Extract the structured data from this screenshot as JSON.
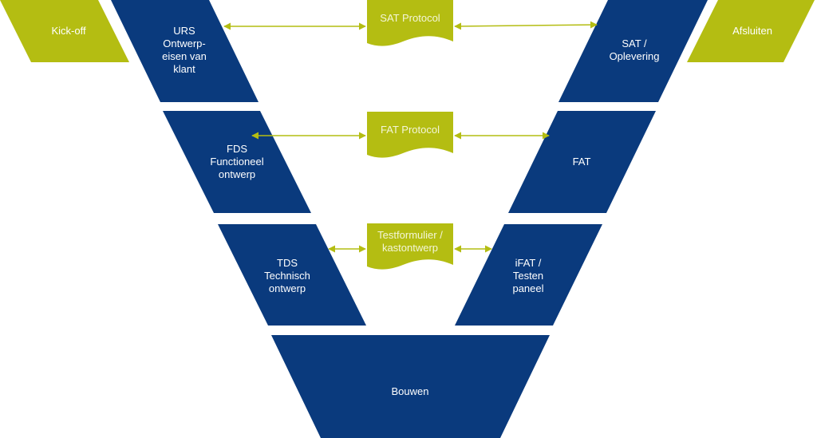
{
  "colors": {
    "navy": "#0a3a7d",
    "olive": "#b4bd12",
    "arrow": "#b4bd12",
    "text": "#ffffff",
    "background": "#ffffff"
  },
  "diagram": {
    "type": "v-model",
    "start": {
      "label": "Kick-off"
    },
    "end": {
      "label": "Afsluiten"
    },
    "left_levels": [
      {
        "label": "URS\nOntwerp-\neisen van\nklant"
      },
      {
        "label": "FDS\nFunctioneel\nontwerp"
      },
      {
        "label": "TDS\nTechnisch\nontwerp"
      }
    ],
    "right_levels": [
      {
        "label": "SAT /\nOplevering"
      },
      {
        "label": "FAT"
      },
      {
        "label": "iFAT /\nTesten\npaneel"
      }
    ],
    "documents": [
      {
        "label": "SAT Protocol"
      },
      {
        "label": "FAT Protocol"
      },
      {
        "label": "Testformulier /\nkastontwerp"
      }
    ],
    "bottom": {
      "label": "Bouwen"
    },
    "connections": [
      {
        "from": "URS Ontwerp-eisen van klant",
        "to": "SAT Protocol",
        "type": "bidirectional"
      },
      {
        "from": "SAT Protocol",
        "to": "SAT / Oplevering",
        "type": "bidirectional"
      },
      {
        "from": "FDS Functioneel ontwerp",
        "to": "FAT Protocol",
        "type": "bidirectional"
      },
      {
        "from": "FAT Protocol",
        "to": "FAT",
        "type": "bidirectional"
      },
      {
        "from": "TDS Technisch ontwerp",
        "to": "Testformulier / kastontwerp",
        "type": "bidirectional"
      },
      {
        "from": "Testformulier / kastontwerp",
        "to": "iFAT / Testen paneel",
        "type": "bidirectional"
      }
    ]
  }
}
